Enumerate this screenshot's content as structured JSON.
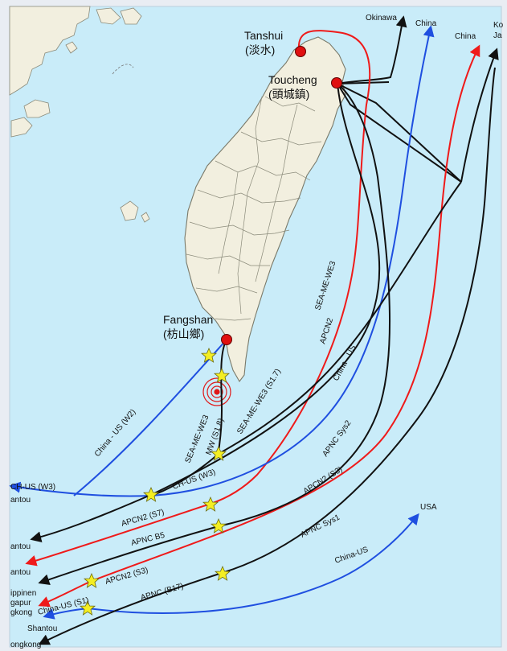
{
  "colors": {
    "sea": "#c9ecf9",
    "land": "#f2efdf",
    "land_border": "#8a8a7a",
    "black": "#111111",
    "red": "#ef1a1a",
    "blue": "#1f4fe0",
    "star": "#f4ee22",
    "landing": "#e01010"
  },
  "landing_stations": {
    "tanshui": {
      "name": "Tanshui",
      "local": "(淡水)"
    },
    "toucheng": {
      "name": "Toucheng",
      "local": "(頭城鎮)"
    },
    "fangshan": {
      "name": "Fangshan",
      "local": "(枋山鄉)"
    }
  },
  "destinations": {
    "okinawa": "Okinawa",
    "china_1": "China",
    "china_2": "China",
    "korea_japan_1": "Ko",
    "korea_japan_2": "Ja",
    "usa": "USA",
    "ch_us_w3": "CH-US (W3)",
    "shantou_1": "antou",
    "shantou_2": "antou",
    "shantou_3": "antou",
    "philippines": "ippinen",
    "singapore": "gapur",
    "hongkong_1": "gkong",
    "shantou_4": "Shantou",
    "hongkong_2": "ongkong"
  },
  "cable_labels": {
    "china_us_w2": "China - US (W2)",
    "sea_me_we3_a": "SEA-ME-WE3",
    "mw_s18": "MW (S1.8)",
    "sea_me_we3_s17": "SEA-ME-WE3 (S1.7)",
    "sea_me_we3_b": "SEA-ME-WE3",
    "apcn2_a": "APCN2",
    "china_us": "China - US",
    "apnc_sys2": "APNC Sys2",
    "ch_us_w3": "CH-US (W3)",
    "apcn2_s3_a": "APCN2 (S3)",
    "apcn2_s7": "APCN2 (S7)",
    "apnc_b5": "APNC B5",
    "apnc_sys1": "APNC Sys1",
    "apcn2_s3_b": "APCN2 (S3)",
    "china_us_right": "China-US",
    "china_us_s1": "China-US (S1)",
    "apnc_b17": "APNC (B17)"
  }
}
